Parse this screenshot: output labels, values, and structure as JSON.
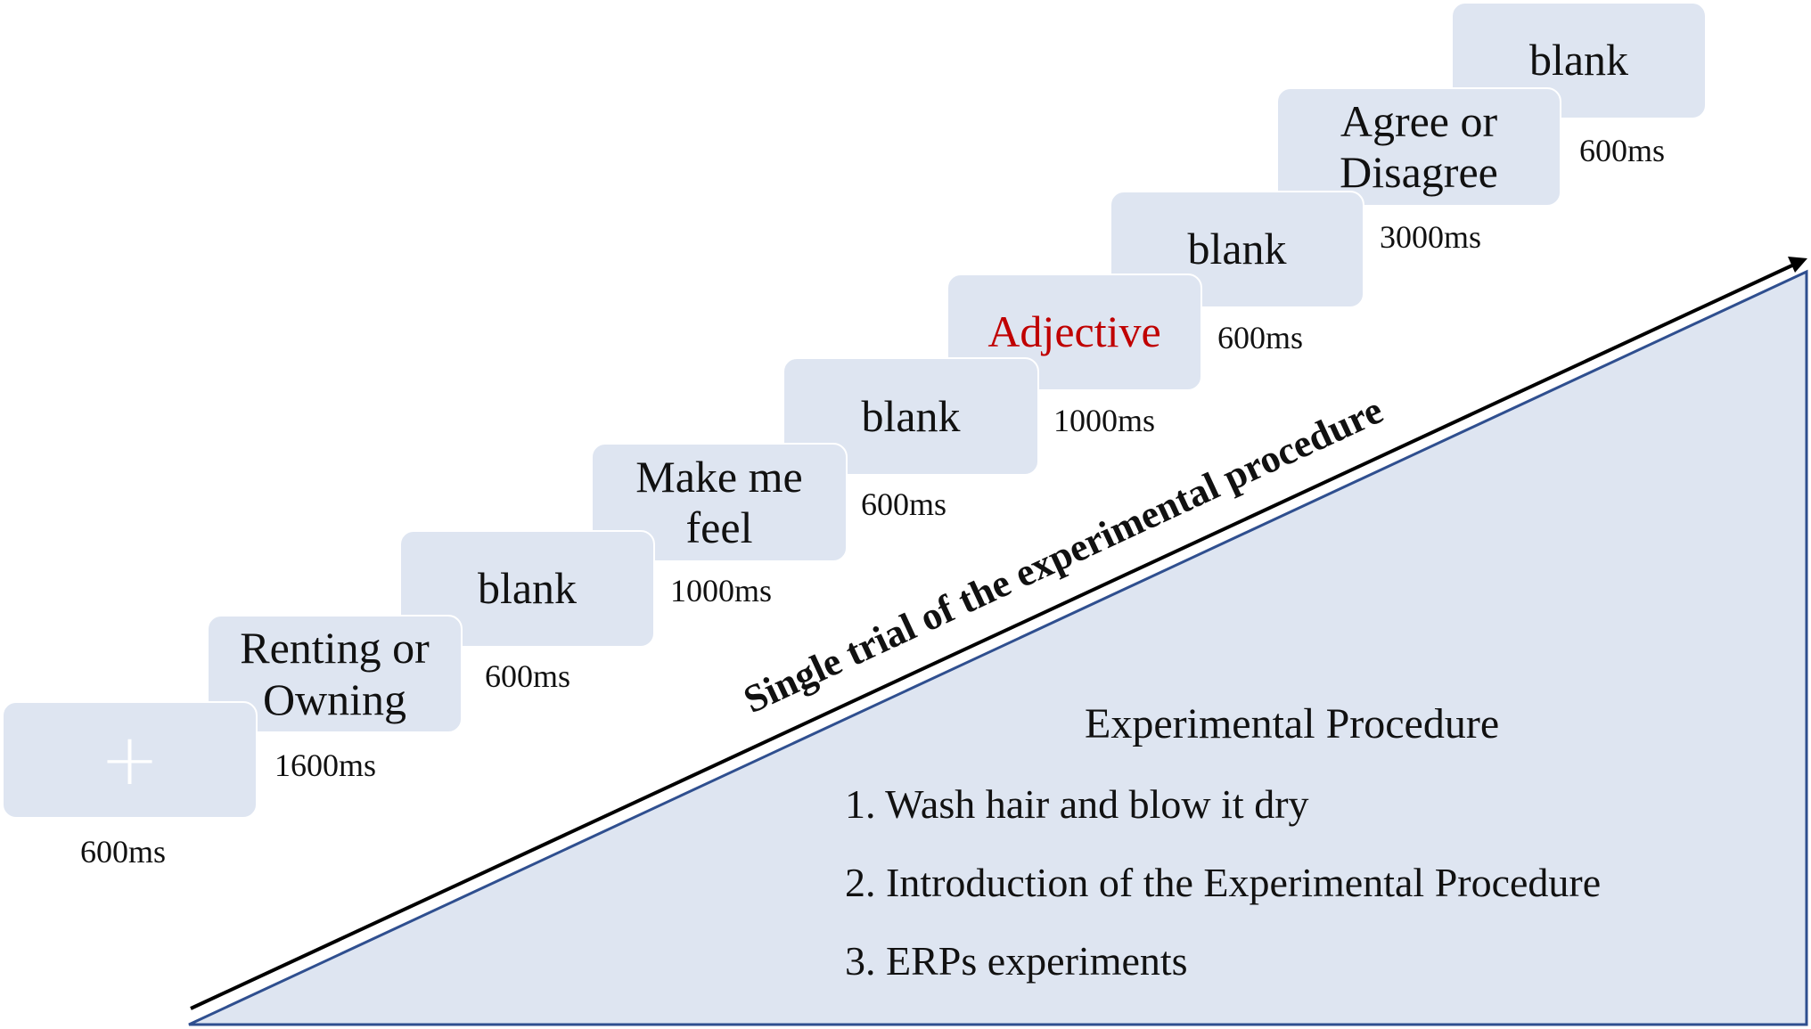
{
  "axis": {
    "label": "Single trial of the experimental procedure"
  },
  "steps": [
    {
      "label": "+",
      "duration": "600ms"
    },
    {
      "label": "Renting or Owning",
      "duration": "1600ms"
    },
    {
      "label": "blank",
      "duration": "600ms"
    },
    {
      "label": "Make me feel",
      "duration": "1000ms"
    },
    {
      "label": "blank",
      "duration": "600ms"
    },
    {
      "label": "Adjective",
      "duration": "1000ms"
    },
    {
      "label": "blank",
      "duration": "600ms"
    },
    {
      "label": "Agree or Disagree",
      "duration": "3000ms"
    },
    {
      "label": "blank",
      "duration": "600ms"
    }
  ],
  "procedure": {
    "title": "Experimental Procedure",
    "items": [
      "1. Wash hair and blow it dry",
      "2. Introduction of the Experimental Procedure",
      "3.  ERPs experiments"
    ]
  },
  "colors": {
    "card_fill": "#dee5f1",
    "triangle_fill": "#dee5f1",
    "triangle_stroke": "#2f4f8f",
    "highlight": "#c00000"
  }
}
